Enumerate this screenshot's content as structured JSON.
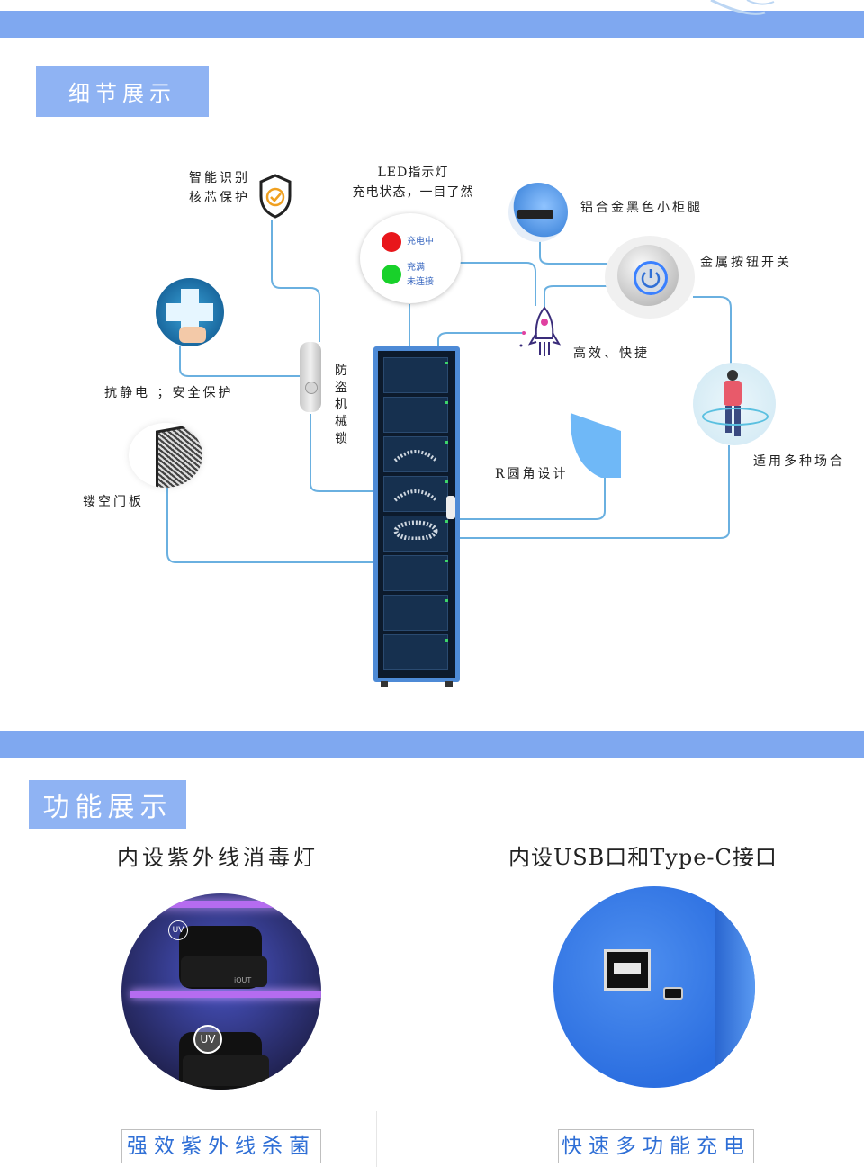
{
  "sections": {
    "details_title": "细节展示",
    "functions_title": "功能展示"
  },
  "details": {
    "smart_id": [
      "智能识别",
      "核芯保护"
    ],
    "led": [
      "LED指示灯",
      "充电状态，一目了然"
    ],
    "status": {
      "charging": "充电中",
      "full": "充满",
      "disconnected": "未连接"
    },
    "legs": "铝合金黑色小柜腿",
    "metal_button": "金属按钮开关",
    "efficient": "高效、快捷",
    "antistatic": "抗静电 ；安全保护",
    "lock": "防盗机械锁",
    "scenes": "适用多种场合",
    "r_corner": "R圆角设计",
    "hollow_door": "镂空门板"
  },
  "functions": {
    "uv": {
      "title": "内设紫外线消毒灯",
      "caption": "强效紫外线杀菌",
      "uv_badge": "UV",
      "brand": "iQUT"
    },
    "usb": {
      "title": "内设USB口和Type-C接口",
      "caption": "快速多功能充电"
    }
  },
  "colors": {
    "accent": "#7fa8f0",
    "line": "#6ab0e0",
    "caption_text": "#2f6fd6",
    "led_red": "#e8161b",
    "led_green": "#18d12a"
  }
}
